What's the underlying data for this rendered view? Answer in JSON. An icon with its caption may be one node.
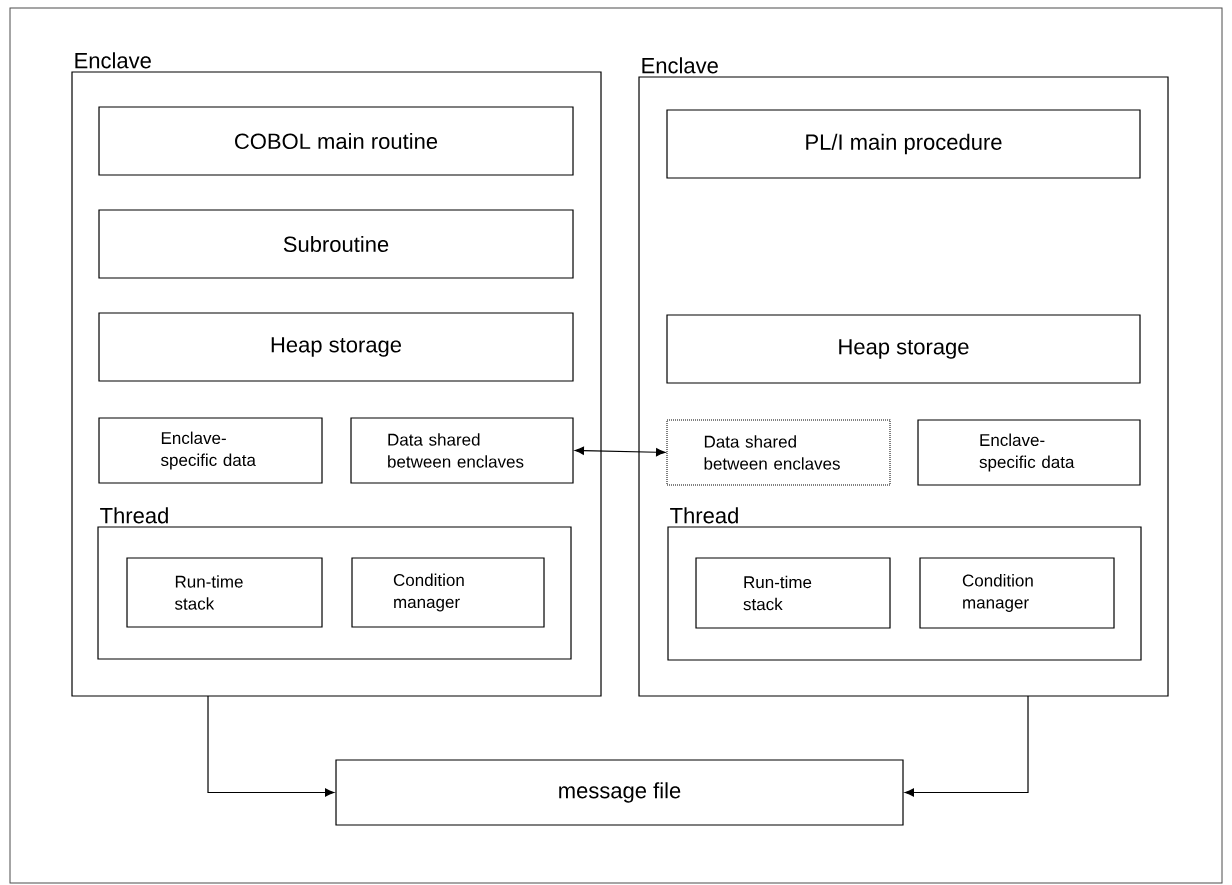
{
  "diagram": {
    "nodes": [
      {
        "text": [
          "Enclave"
        ]
      },
      {
        "text": [
          "COBOL main routine"
        ],
        "in": 0
      },
      {
        "text": [
          "Subroutine"
        ],
        "in": 0
      },
      {
        "text": [
          "Heap storage"
        ],
        "in": 0
      },
      {
        "text": [
          "Enclave-specific data"
        ],
        "in": 0
      },
      {
        "text": [
          "Data shared between enclaves"
        ],
        "in": 0
      },
      {
        "text": [
          "Thread"
        ],
        "in": 0
      },
      {
        "text": [
          "Run-time stack"
        ],
        "in": 6
      },
      {
        "text": [
          "Condition manager"
        ],
        "in": 6
      },
      {
        "text": [
          "Enclave"
        ]
      },
      {
        "text": [
          "PL/I main procedure"
        ],
        "in": 9
      },
      {
        "text": [
          "Heap storage"
        ],
        "in": 9
      },
      {
        "text": [
          "Data shared between enclaves"
        ],
        "in": 9
      },
      {
        "text": [
          "Enclave-specific data"
        ],
        "in": 9
      },
      {
        "text": [
          "Thread"
        ],
        "in": 9
      },
      {
        "text": [
          "Run-time stack"
        ],
        "in": 14
      },
      {
        "text": [
          "Condition manager"
        ],
        "in": 14
      },
      {
        "text": [
          "message file"
        ]
      }
    ],
    "edges": [
      {
        "from": 5,
        "to": 12,
        "arrow": "both"
      },
      {
        "from": 0,
        "to": 17,
        "arrow": "to"
      },
      {
        "from": 9,
        "to": 17,
        "arrow": "to"
      }
    ]
  }
}
